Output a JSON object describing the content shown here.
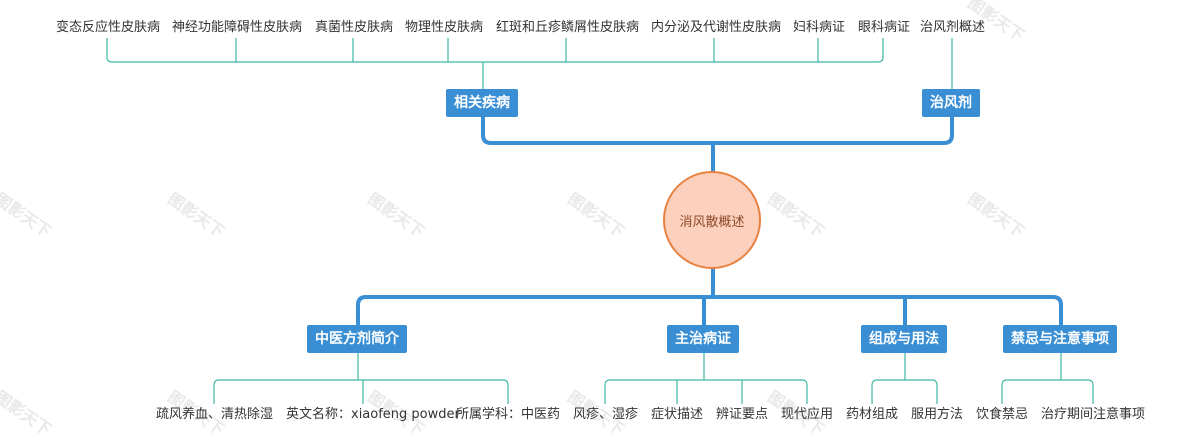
{
  "center": {
    "label": "消风散概述"
  },
  "branches": {
    "related": "相关疾病",
    "formula": "治风剂",
    "intro": "中医方剂简介",
    "indication": "主治病证",
    "usage": "组成与用法",
    "taboo": "禁忌与注意事项"
  },
  "related_items": [
    "变态反应性皮肤病",
    "神经功能障碍性皮肤病",
    "真菌性皮肤病",
    "物理性皮肤病",
    "红斑和丘疹鳞屑性皮肤病",
    "内分泌及代谢性皮肤病",
    "妇科病证",
    "眼科病证"
  ],
  "formula_items": [
    "治风剂概述"
  ],
  "intro_items": [
    "疏风养血、清热除湿",
    "英文名称：xiaofeng powder",
    "所属学科：中医药"
  ],
  "indication_items": [
    "风疹、湿疹",
    "症状描述",
    "辨证要点",
    "现代应用"
  ],
  "usage_items": [
    "药材组成",
    "服用方法"
  ],
  "taboo_items": [
    "饮食禁忌",
    "治疗期间注意事项"
  ],
  "watermark": "图影天下",
  "colors": {
    "branch": "#3a8fd4",
    "connector": "#3a8fd4",
    "leaf_line": "#3fb8a8",
    "center_fill": "#fdd0bd",
    "center_border": "#e9813f"
  }
}
